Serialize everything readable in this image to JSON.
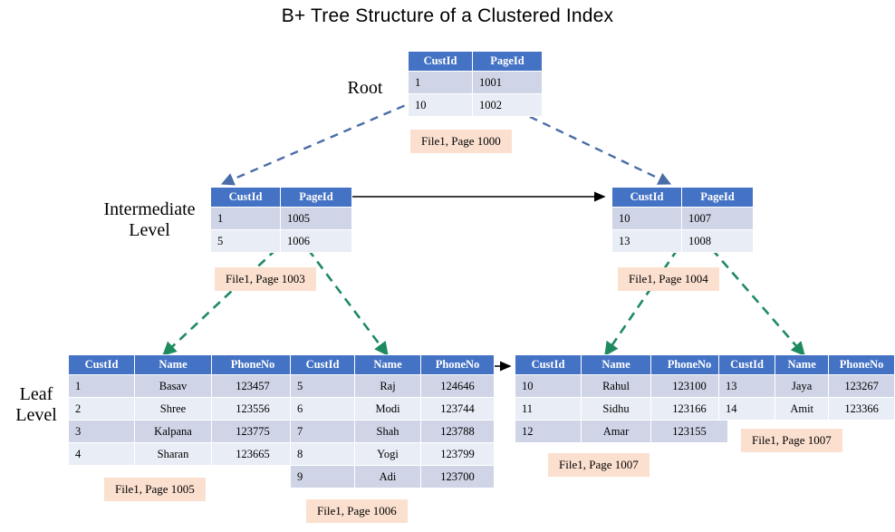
{
  "title": "B+ Tree Structure of a Clustered Index",
  "colors": {
    "header_blue": "#4472C4",
    "row_dark": "#CFD5E7",
    "row_light": "#E9EDF5",
    "filebox_peach": "#FBE0D0",
    "root_arrow_blue": "#4A6DA8",
    "leaf_arrow_green": "#1E8A5F",
    "sibling_arrow_black": "#000000"
  },
  "levels": {
    "root_label": "Root",
    "intermediate_label_line1": "Intermediate",
    "intermediate_label_line2": "Level",
    "leaf_label_line1": "Leaf",
    "leaf_label_line2": "Level"
  },
  "root": {
    "headers": [
      "CustId",
      "PageId"
    ],
    "rows": [
      [
        "1",
        "1001"
      ],
      [
        "10",
        "1002"
      ]
    ],
    "filebox": "File1, Page 1000"
  },
  "intermediate": [
    {
      "headers": [
        "CustId",
        "PageId"
      ],
      "rows": [
        [
          "1",
          "1005"
        ],
        [
          "5",
          "1006"
        ]
      ],
      "filebox": "File1, Page 1003"
    },
    {
      "headers": [
        "CustId",
        "PageId"
      ],
      "rows": [
        [
          "10",
          "1007"
        ],
        [
          "13",
          "1008"
        ]
      ],
      "filebox": "File1, Page 1004"
    }
  ],
  "leaves": [
    {
      "headers": [
        "CustId",
        "Name",
        "PhoneNo"
      ],
      "rows": [
        [
          "1",
          "Basav",
          "123457"
        ],
        [
          "2",
          "Shree",
          "123556"
        ],
        [
          "3",
          "Kalpana",
          "123775"
        ],
        [
          "4",
          "Sharan",
          "123665"
        ]
      ],
      "filebox": "File1, Page 1005"
    },
    {
      "headers": [
        "CustId",
        "Name",
        "PhoneNo"
      ],
      "rows": [
        [
          "5",
          "Raj",
          "124646"
        ],
        [
          "6",
          "Modi",
          "123744"
        ],
        [
          "7",
          "Shah",
          "123788"
        ],
        [
          "8",
          "Yogi",
          "123799"
        ],
        [
          "9",
          "Adi",
          "123700"
        ]
      ],
      "filebox": "File1, Page 1006"
    },
    {
      "headers": [
        "CustId",
        "Name",
        "PhoneNo"
      ],
      "rows": [
        [
          "10",
          "Rahul",
          "123100"
        ],
        [
          "11",
          "Sidhu",
          "123166"
        ],
        [
          "12",
          "Amar",
          "123155"
        ]
      ],
      "filebox": "File1, Page 1007"
    },
    {
      "headers": [
        "CustId",
        "Name",
        "PhoneNo"
      ],
      "rows": [
        [
          "13",
          "Jaya",
          "123267"
        ],
        [
          "14",
          "Amit",
          "123366"
        ]
      ],
      "filebox": "File1, Page 1007"
    }
  ]
}
